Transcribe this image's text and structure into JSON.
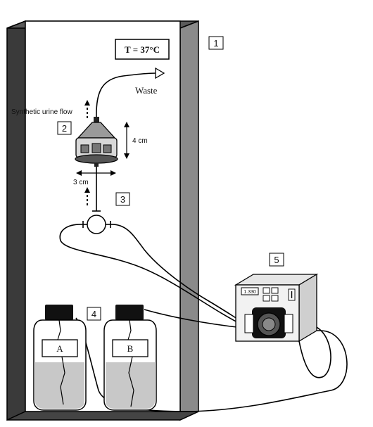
{
  "diagram": {
    "labels": {
      "temperature": "T = 37°C",
      "waste": "Waste",
      "urine_flow": "Synthetic urine flow",
      "height_dim": "4 cm",
      "width_dim": "3 cm",
      "bottle_a": "A",
      "bottle_b": "B",
      "pump_display": "1.330"
    },
    "callouts": [
      "1",
      "2",
      "3",
      "4",
      "5"
    ]
  }
}
